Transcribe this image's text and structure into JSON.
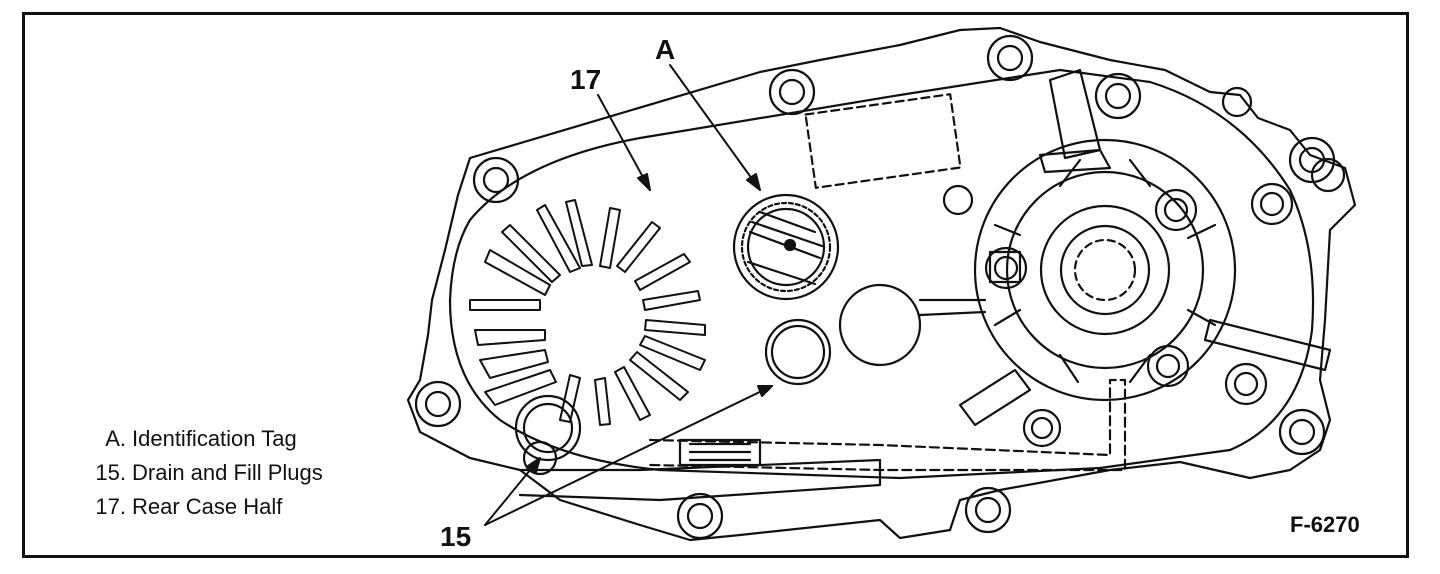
{
  "callouts": {
    "a": "A",
    "seventeen": "17",
    "fifteen": "15"
  },
  "legend": [
    {
      "key": "A.",
      "text": "Identification Tag"
    },
    {
      "key": "15.",
      "text": "Drain and Fill Plugs"
    },
    {
      "key": "17.",
      "text": "Rear Case Half"
    }
  ],
  "figure_code": "F-6270",
  "colors": {
    "ink": "#111111",
    "paper": "#ffffff"
  }
}
